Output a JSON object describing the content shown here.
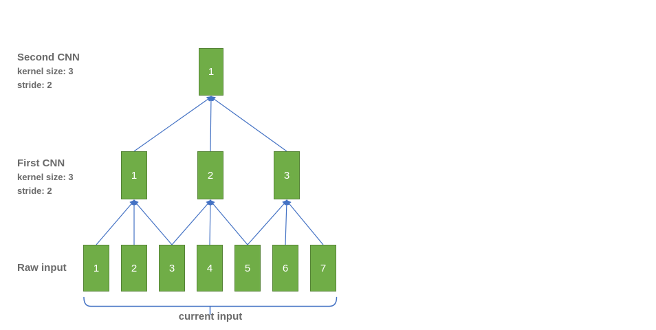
{
  "layers": {
    "second_cnn": {
      "title": "Second CNN",
      "kernel": "kernel size: 3",
      "stride": "stride: 2",
      "nodes": [
        "1"
      ]
    },
    "first_cnn": {
      "title": "First CNN",
      "kernel": "kernel size: 3",
      "stride": "stride: 2",
      "nodes": [
        "1",
        "2",
        "3"
      ]
    },
    "raw_input": {
      "title": "Raw input",
      "nodes": [
        "1",
        "2",
        "3",
        "4",
        "5",
        "6",
        "7"
      ]
    }
  },
  "brace": {
    "label": "current input"
  },
  "edges": [
    {
      "from": "raw-1",
      "to": "first-1"
    },
    {
      "from": "raw-2",
      "to": "first-1"
    },
    {
      "from": "raw-3",
      "to": "first-1"
    },
    {
      "from": "raw-3",
      "to": "first-2"
    },
    {
      "from": "raw-4",
      "to": "first-2"
    },
    {
      "from": "raw-5",
      "to": "first-2"
    },
    {
      "from": "raw-5",
      "to": "first-3"
    },
    {
      "from": "raw-6",
      "to": "first-3"
    },
    {
      "from": "raw-7",
      "to": "first-3"
    },
    {
      "from": "first-1",
      "to": "second-1"
    },
    {
      "from": "first-2",
      "to": "second-1"
    },
    {
      "from": "first-3",
      "to": "second-1"
    }
  ],
  "colors": {
    "box_fill": "#70AD47",
    "box_border": "#548235",
    "box_text": "#FFFFFF",
    "arrow": "#4472C4",
    "label_text": "#6A6A6A"
  }
}
